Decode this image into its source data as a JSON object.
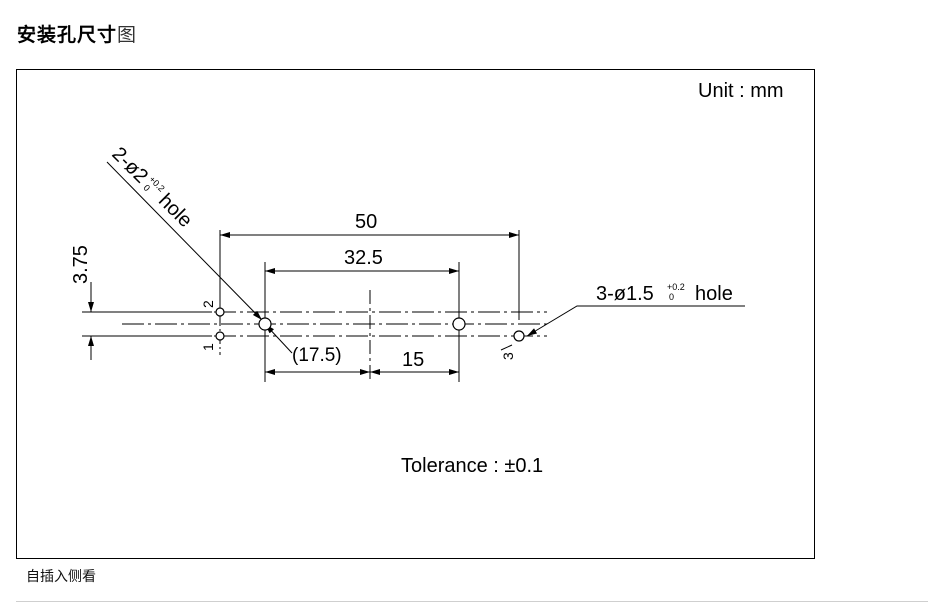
{
  "page": {
    "heading": "安装孔尺寸",
    "heading_last_char": "图",
    "caption": "自插入侧看"
  },
  "drawing": {
    "unit_label": "Unit : mm",
    "dim_overall": "50",
    "dim_inner": "32.5",
    "dim_ref": "(17.5)",
    "dim_right": "15",
    "dim_vertical": "3.75",
    "hole_callout_left_main": "2-ø2",
    "hole_callout_left_tol_upper": "+0.2",
    "hole_callout_left_tol_lower": "0",
    "hole_callout_left_suffix": "hole",
    "hole_callout_right_main": "3-ø1.5",
    "hole_callout_right_tol_upper": "+0.2",
    "hole_callout_right_tol_lower": "0",
    "hole_callout_right_suffix": "hole",
    "pin_label_2": "2",
    "pin_label_1": "1",
    "pin_label_3": "3",
    "tolerance_note": "Tolerance : ±0.1"
  },
  "colors": {
    "line": "#000000",
    "frame": "#000000",
    "rule": "#cfcfcf"
  }
}
